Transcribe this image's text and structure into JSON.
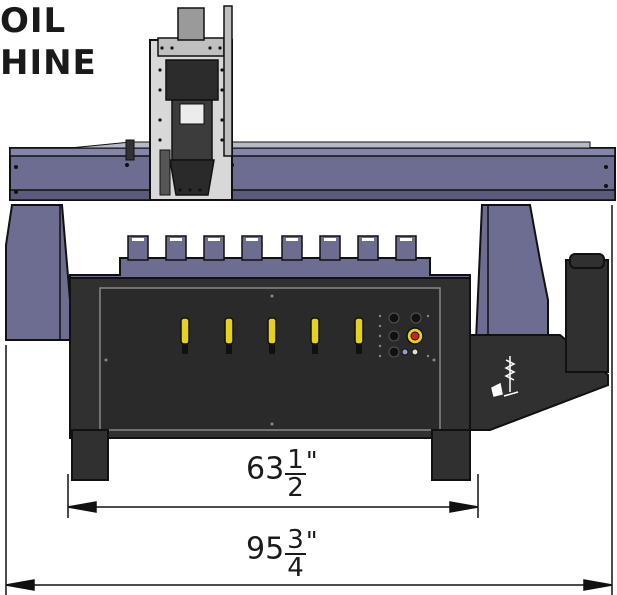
{
  "heading": {
    "line1": "OIL",
    "line2": "HINE"
  },
  "dimensions": {
    "inner": {
      "whole": "63",
      "numerator": "1",
      "denominator": "2",
      "unit": "\""
    },
    "outer": {
      "whole": "95",
      "numerator": "3",
      "denominator": "4",
      "unit": "\""
    }
  },
  "colors": {
    "frame": "#6c6d90",
    "frame_light": "#8485a8",
    "cabinet": "#303030",
    "cabinet_panel": "#2a2a2a",
    "outline": "#111111",
    "accent_yellow": "#e6d21a",
    "steel": "#c8c8c8"
  }
}
